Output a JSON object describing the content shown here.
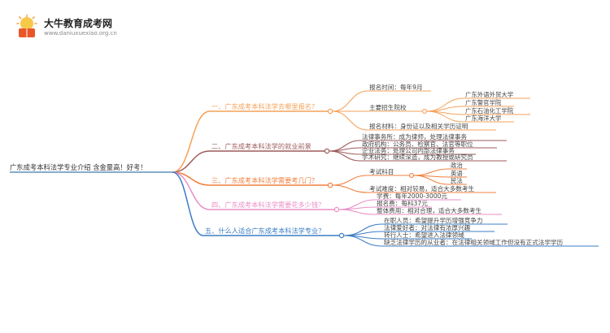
{
  "site": {
    "name": "大牛教育成考网",
    "url": "www.daniuxuexiao.org.cn"
  },
  "root": "广东成考本科法学专业介绍 含金量高！好考！",
  "branches": [
    {
      "title": "一、广东成考本科法学去哪里报名？",
      "color": "#F4A259",
      "items": [
        {
          "label": "报名时间：每年9月"
        },
        {
          "label": "主要招生院校",
          "children": [
            "广东外语外贸大学",
            "广东警官学院",
            "广东石油化工学院",
            "广东海洋大学"
          ]
        },
        {
          "label": "报名材料：身份证以及相关学历证明"
        }
      ]
    },
    {
      "title": "二、广东成考本科法学的就业前景",
      "color": "#9E5A5A",
      "items": [
        {
          "label": "法律事务所：成为律师，处理法律事务"
        },
        {
          "label": "政府机构：公务员、检察官、法官等职位"
        },
        {
          "label": "企业法务：处理公司内部法律事务"
        },
        {
          "label": "学术研究：继续深造，成为教授或研究员"
        }
      ]
    },
    {
      "title": "三、广东成考本科法学需要考几门？",
      "color": "#F07F3C",
      "items": [
        {
          "label": "考试科目",
          "children": [
            "政治",
            "英语",
            "民法"
          ]
        },
        {
          "label": "考试难度：相对较易，适合大多数考生"
        }
      ]
    },
    {
      "title": "四、广东成考本科法学需要花多少钱？",
      "color": "#E98FC6",
      "items": [
        {
          "label": "学费：每年2000-3000元"
        },
        {
          "label": "报名费：每科37元"
        },
        {
          "label": "整体费用：相对合理，适合大多数考生"
        }
      ]
    },
    {
      "title": "五、什么人适合广东成考本科法学专业？",
      "color": "#3C7DC4",
      "items": [
        {
          "label": "在职人员：希望提升学历增强竞争力"
        },
        {
          "label": "法律爱好者：对法律有浓厚兴趣"
        },
        {
          "label": "转行人士：希望进入法律领域"
        },
        {
          "label": "缺乏法律学历的从业者：在法律相关领域工作但没有正式法学学历"
        }
      ]
    }
  ]
}
